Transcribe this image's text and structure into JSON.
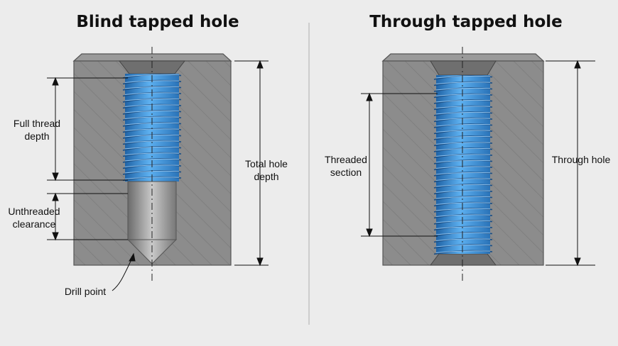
{
  "diagram": {
    "left": {
      "title": "Blind tapped hole",
      "labels": {
        "full_thread_depth": "Full thread\ndepth",
        "unthreaded_clearance": "Unthreaded\nclearance",
        "drill_point": "Drill point",
        "total_hole_depth": "Total hole\ndepth"
      }
    },
    "right": {
      "title": "Through tapped hole",
      "labels": {
        "threaded_section": "Threaded\nsection",
        "through_hole": "Through hole"
      }
    },
    "colors": {
      "background": "#ececec",
      "block": "#8a8a8a",
      "thread": "#3d8fd6",
      "line": "#111111"
    }
  }
}
